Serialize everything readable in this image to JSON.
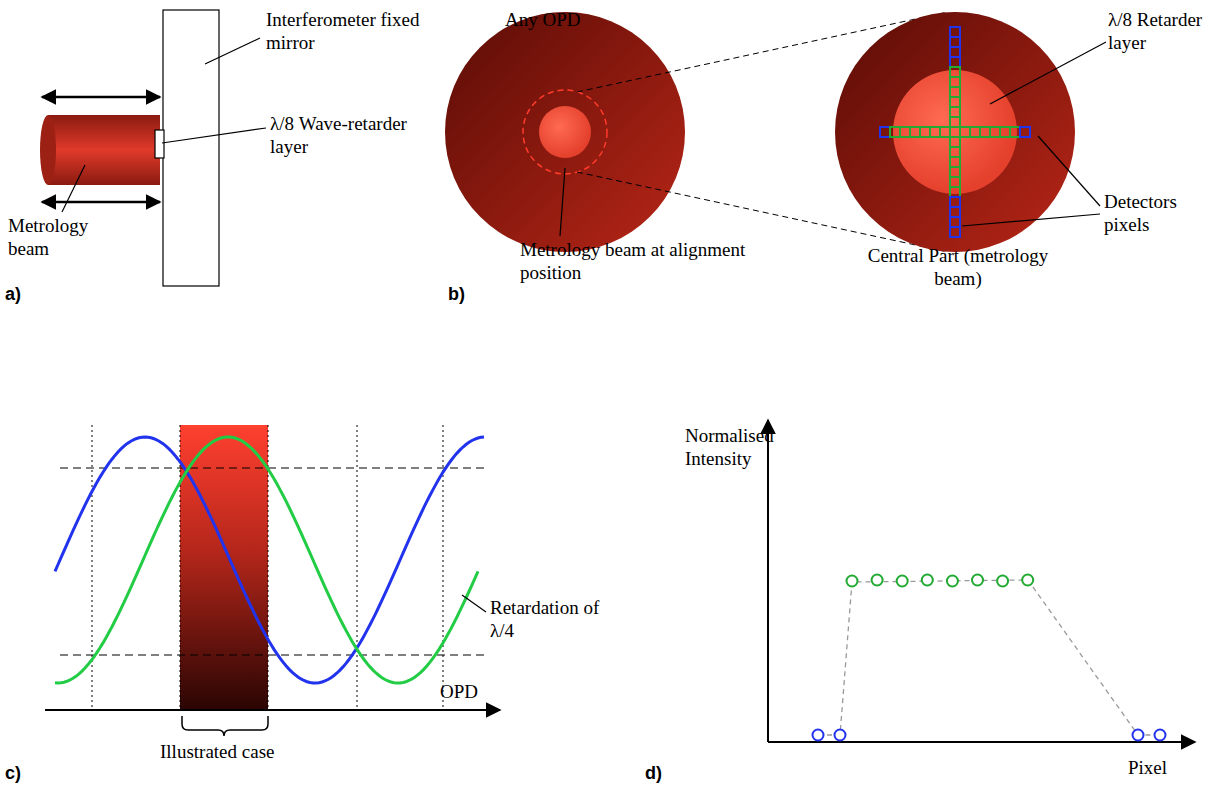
{
  "diagram": {
    "labels": [
      "Interferometer fixed mirror",
      "λ/8 Wave-retarder layer",
      "Metrology beam",
      "a)",
      "Any OPD",
      "λ/8 Retarder layer",
      "Detectors pixels",
      "Metrology beam at alignment position",
      "Central Part (metrology beam)",
      "b)",
      "Retardation of λ/4",
      "Illustrated case",
      "OPD",
      "c)",
      "Normalised Intensity",
      "Pixel",
      "d)"
    ]
  }
}
